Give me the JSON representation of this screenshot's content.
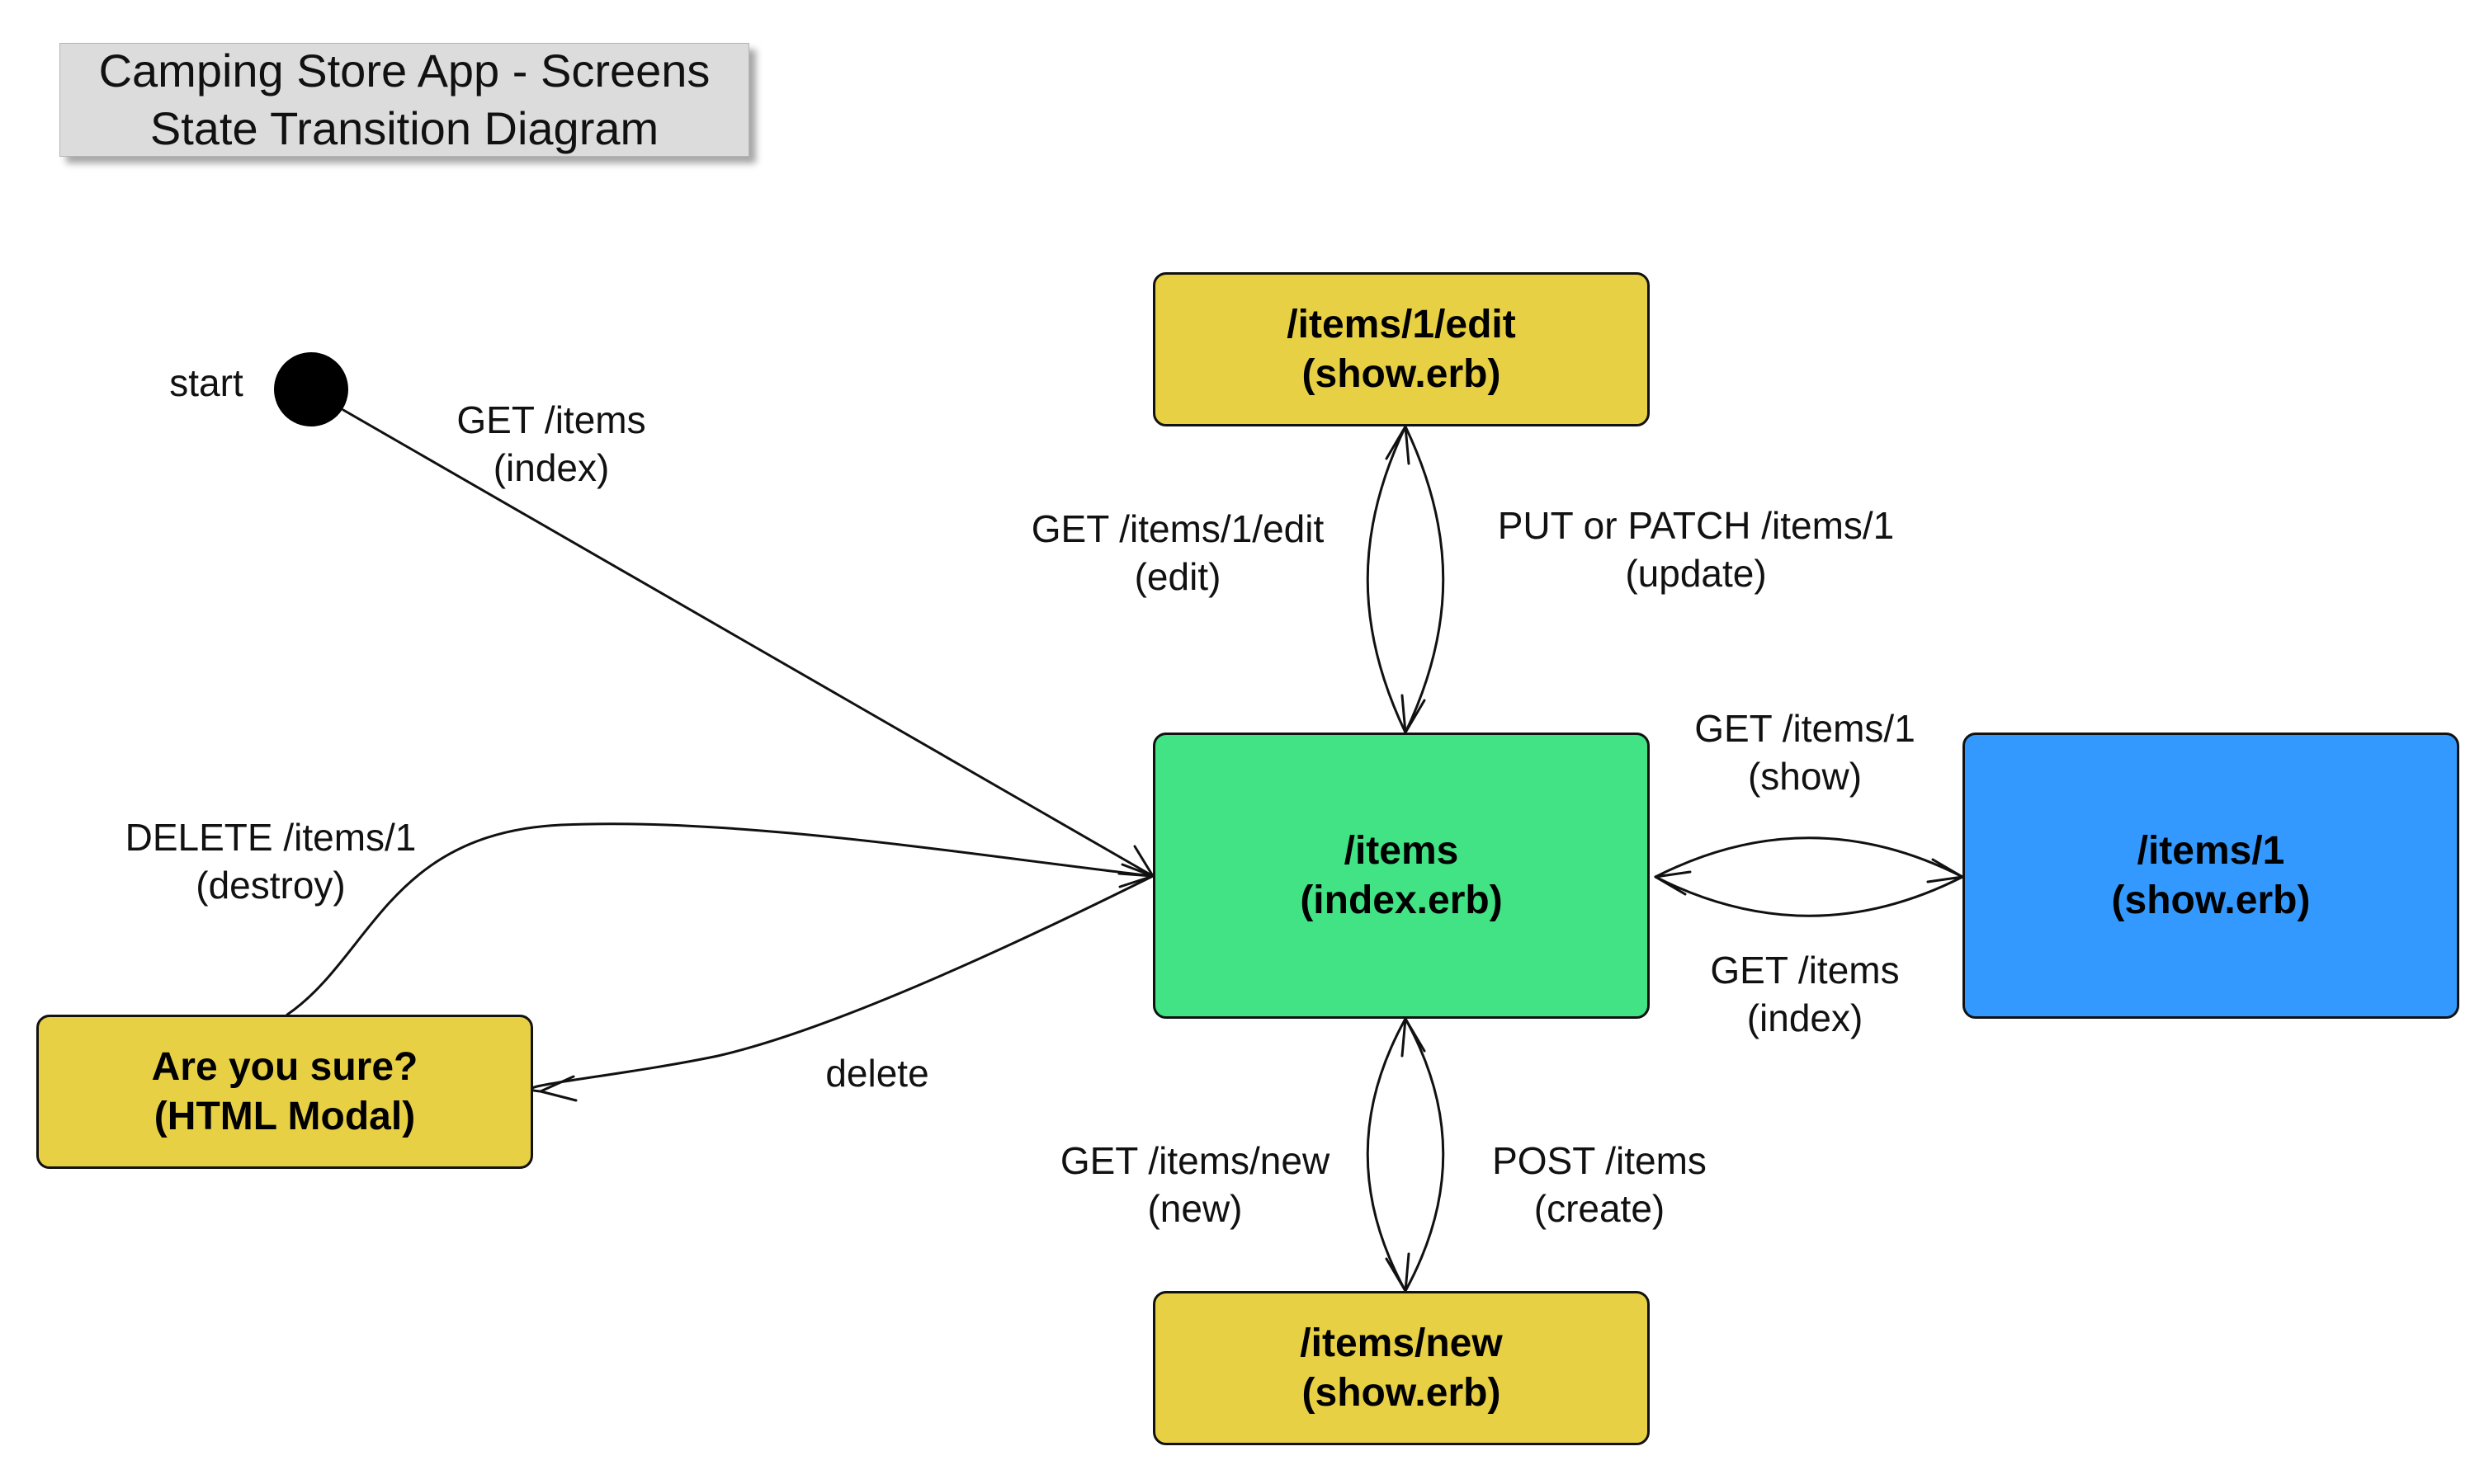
{
  "title": {
    "line1": "Camping Store App - Screens",
    "line2": "State Transition Diagram"
  },
  "start": {
    "label": "start"
  },
  "states": {
    "edit": {
      "line1": "/items/1/edit",
      "line2": "(show.erb)",
      "color": "#e8d044"
    },
    "index": {
      "line1": "/items",
      "line2": "(index.erb)",
      "color": "#41e385"
    },
    "show": {
      "line1": "/items/1",
      "line2": "(show.erb)",
      "color": "#3399fe"
    },
    "new": {
      "line1": "/items/new",
      "line2": "(show.erb)",
      "color": "#e8d044"
    },
    "modal": {
      "line1": "Are you sure?",
      "line2": "(HTML Modal)",
      "color": "#e8d044"
    }
  },
  "transitions": {
    "start_index": {
      "line1": "GET /items",
      "line2": "(index)"
    },
    "index_edit": {
      "line1": "GET /items/1/edit",
      "line2": "(edit)"
    },
    "edit_index": {
      "line1": "PUT or PATCH /items/1",
      "line2": "(update)"
    },
    "index_show": {
      "line1": "GET /items/1",
      "line2": "(show)"
    },
    "show_index": {
      "line1": "GET /items",
      "line2": "(index)"
    },
    "index_new": {
      "line1": "GET /items/new",
      "line2": "(new)"
    },
    "new_index": {
      "line1": "POST /items",
      "line2": "(create)"
    },
    "modal_index": {
      "line1": "DELETE /items/1",
      "line2": "(destroy)"
    },
    "index_modal": {
      "line1": "delete"
    }
  }
}
